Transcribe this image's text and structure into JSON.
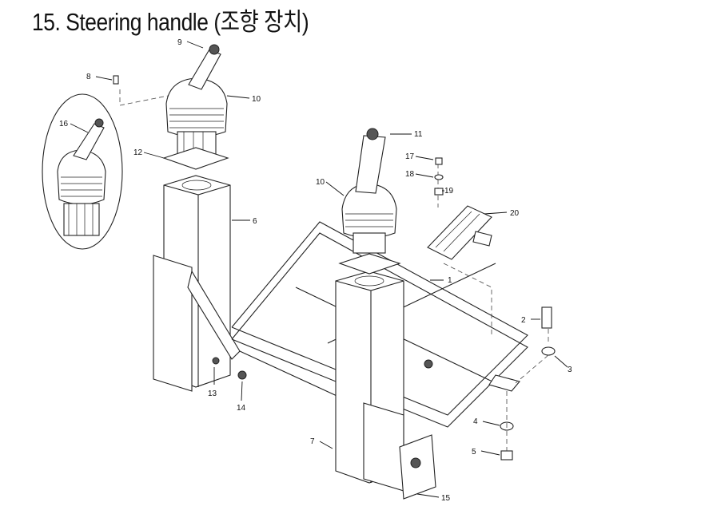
{
  "title": "15. Steering handle (조향 장치)",
  "callouts": [
    "1",
    "2",
    "3",
    "4",
    "5",
    "6",
    "7",
    "8",
    "9",
    "10",
    "10",
    "11",
    "12",
    "13",
    "14",
    "15",
    "16",
    "17",
    "18",
    "19",
    "20"
  ]
}
